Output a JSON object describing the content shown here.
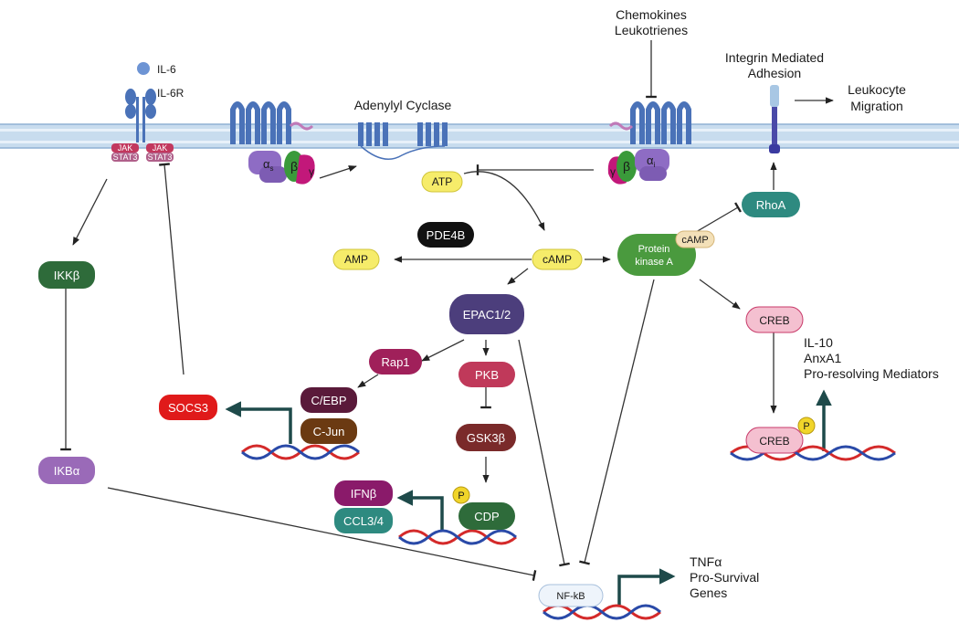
{
  "labels": {
    "il6": "IL-6",
    "il6r": "IL-6R",
    "jak_left": "JAK",
    "jak_right": "JAK",
    "stat3_left": "STAT3",
    "stat3_right": "STAT3",
    "adenylyl_cyclase": "Adenylyl Cyclase",
    "chemokines": "Chemokines",
    "leukotrienes": "Leukotrienes",
    "integrin_line1": "Integrin Mediated",
    "integrin_line2": "Adhesion",
    "leukocyte": "Leukocyte",
    "migration": "Migration",
    "alpha_s": "α",
    "alpha_s_sub": "s",
    "alpha_i": "α",
    "alpha_i_sub": "i",
    "beta_left": "β",
    "gamma_left": "γ",
    "beta_right": "β",
    "gamma_right": "γ",
    "il10": "IL-10",
    "anxa1": "AnxA1",
    "pro_resolving": "Pro-resolving Mediators",
    "tnfa": "TNFα",
    "pro_survival": "Pro-Survival",
    "genes": "Genes",
    "p_creb": "P",
    "p_cdp": "P"
  },
  "nodes": {
    "atp": "ATP",
    "camp": "cAMP",
    "amp": "AMP",
    "pde4b": "PDE4B",
    "pka_line1": "Protein",
    "pka_line2": "kinase A",
    "pka_camp": "cAMP",
    "rhoa": "RhoA",
    "epac": "EPAC1/2",
    "rap1": "Rap1",
    "cebp": "C/EBP",
    "cjun": "C-Jun",
    "pkb": "PKB",
    "gsk3b": "GSK3β",
    "cdp": "CDP",
    "ifnb": "IFNβ",
    "ccl34": "CCL3/4",
    "socs3": "SOCS3",
    "ikkb": "IKKβ",
    "ikba": "IKBα",
    "creb_top": "CREB",
    "creb_bottom": "CREB",
    "nfkb": "NF-kB"
  },
  "colors": {
    "membrane": "#b9d3ea",
    "receptor": "#4a72b8",
    "yellow": "#f6ec6a",
    "green": "#3b8a41",
    "dark_green": "#2e6b3a",
    "purple_epac": "#4c3e7c",
    "rap1": "#a0205a",
    "cebp": "#5a1a3a",
    "cjun": "#6b3a12",
    "pkb": "#c0395a",
    "gsk3b": "#7a2a2a",
    "ifnb": "#8a1a6a",
    "ccl34": "#2e8a80",
    "rhoa": "#2e8a80",
    "socs3": "#e01a1a",
    "ikba": "#9a6ab8",
    "creb": "#f4c0d0",
    "dna_red": "#d42a2a",
    "dna_blue": "#2a4aa8",
    "dark_arrow": "#1e4a4a"
  }
}
